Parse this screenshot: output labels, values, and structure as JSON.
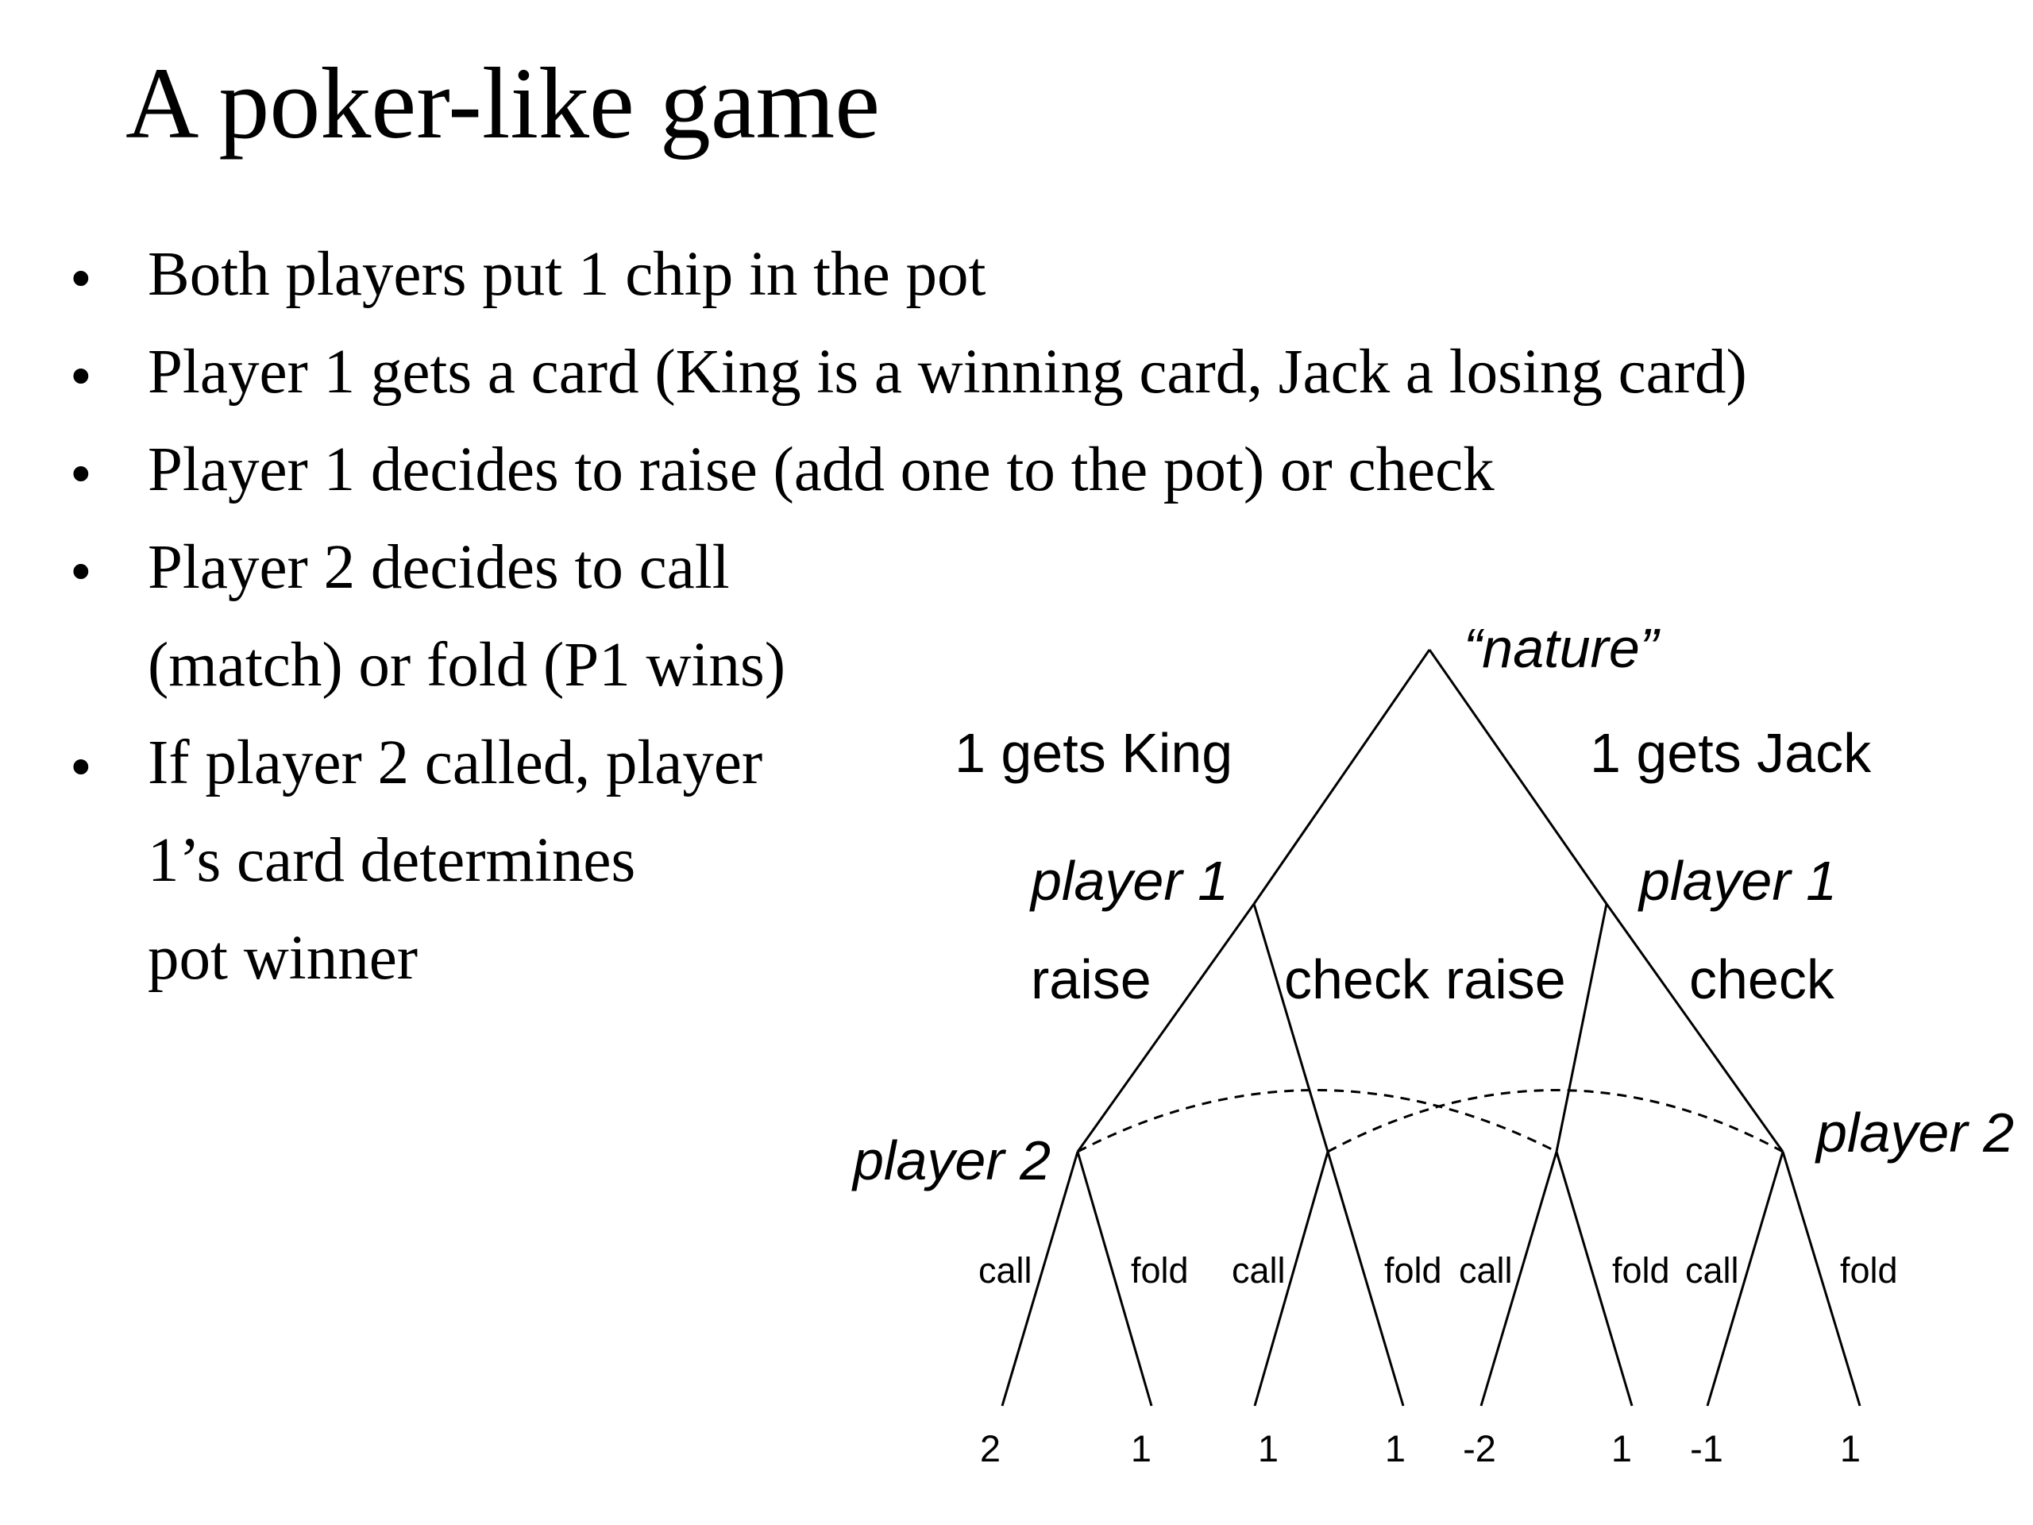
{
  "title": "A poker-like game",
  "bullets": [
    {
      "lines": [
        "Both players put 1 chip in the pot"
      ]
    },
    {
      "lines": [
        "Player 1 gets a card (King is a winning card, Jack a losing card)"
      ]
    },
    {
      "lines": [
        "Player 1 decides to raise (add one to the pot) or check"
      ]
    },
    {
      "lines": [
        "Player 2 decides to call",
        "(match) or fold (P1 wins)"
      ]
    },
    {
      "lines": [
        "If player 2 called, player",
        "1’s card determines",
        "pot winner"
      ]
    }
  ],
  "tree": {
    "root_label": "“nature”",
    "nature_branches": {
      "left": "1 gets King",
      "right": "1 gets Jack"
    },
    "player1_labels": [
      "player 1",
      "player 1"
    ],
    "p1_actions": {
      "king_raise": "raise",
      "king_check": "check",
      "jack_raise": "raise",
      "jack_check": "check"
    },
    "player2_labels": [
      "player 2",
      "player 2"
    ],
    "p2_actions": [
      {
        "call": "call",
        "fold": "fold"
      },
      {
        "call": "call",
        "fold": "fold"
      },
      {
        "call": "call",
        "fold": "fold"
      },
      {
        "call": "call",
        "fold": "fold"
      }
    ],
    "payoffs": [
      "2",
      "1",
      "1",
      "1",
      "-2",
      "1",
      "-1",
      "1"
    ]
  }
}
